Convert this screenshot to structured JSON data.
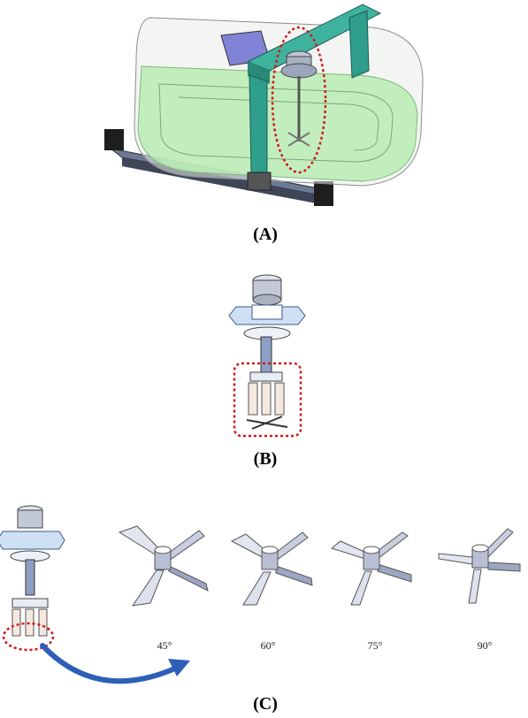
{
  "panels": {
    "a_label": "(A)",
    "b_label": "(B)",
    "c_label": "(C)"
  },
  "impellers": [
    {
      "angle": "45°"
    },
    {
      "angle": "60°"
    },
    {
      "angle": "75°"
    },
    {
      "angle": "90°"
    }
  ],
  "colors": {
    "tank_water": "#b9ecb4",
    "frame_teal": "#2f9e8a",
    "highlight": "#d11a1a",
    "arrow": "#2e5fb8",
    "metal": "#c9d2e6"
  }
}
